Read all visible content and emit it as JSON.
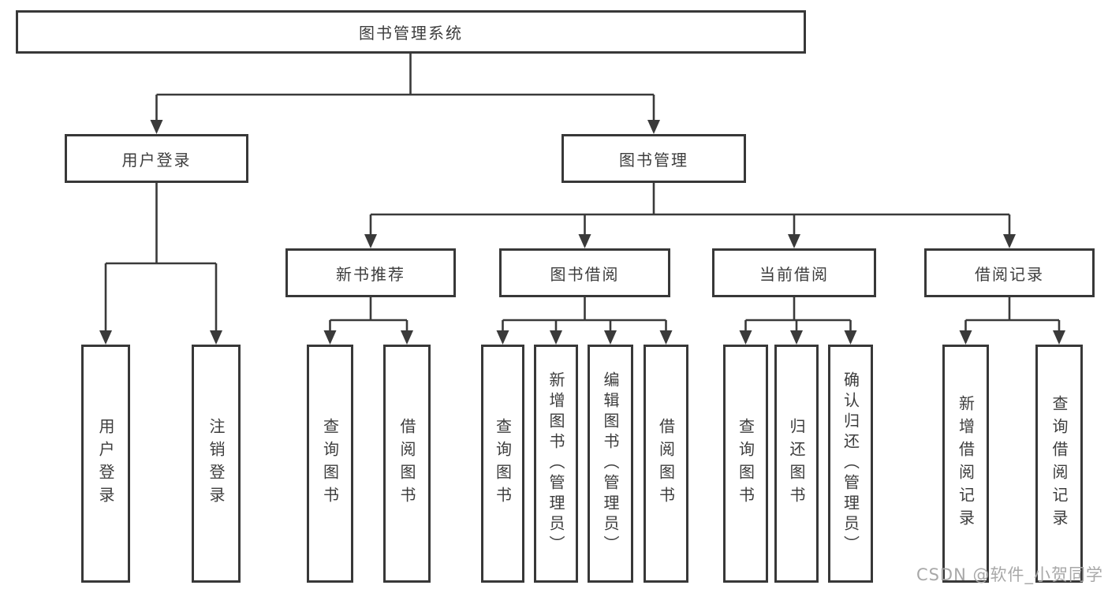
{
  "title": "图书管理系统",
  "level2": {
    "user_login": "用户登录",
    "book_management": "图书管理"
  },
  "level3": {
    "new_book": "新书推荐",
    "book_borrow": "图书借阅",
    "current_borrow": "当前借阅",
    "borrow_records": "借阅记录"
  },
  "leaves": {
    "user_login": [
      "用户登录",
      "注销登录"
    ],
    "new_book": [
      "查询图书",
      "借阅图书"
    ],
    "book_borrow": [
      "查询图书",
      "新增图书（管理员）",
      "编辑图书（管理员）",
      "借阅图书"
    ],
    "current_borrow": [
      "查询图书",
      "归还图书",
      "确认归还（管理员）"
    ],
    "borrow_records": [
      "新增借阅记录",
      "查询借阅记录"
    ]
  },
  "watermark": "CSDN @软件_小贺同学",
  "colors": {
    "line": "#3a3a3a",
    "border": "#383838",
    "text": "#3d3d3d",
    "watermark": "#a8a8a8",
    "background": "#ffffff"
  }
}
